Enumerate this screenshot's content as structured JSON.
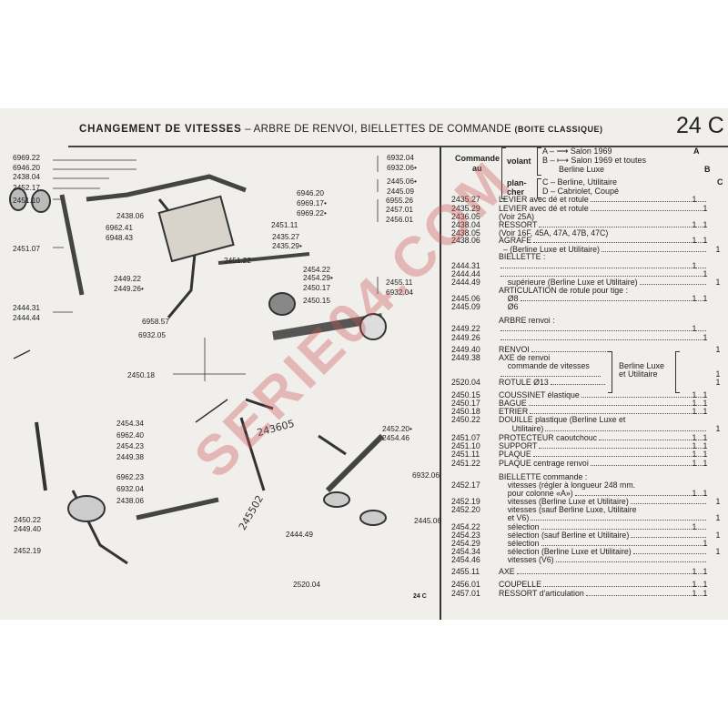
{
  "header": {
    "title_bold": "CHANGEMENT DE VITESSES",
    "title_rest": " – ARBRE DE RENVOI, BIELLETTES DE COMMANDE ",
    "title_small": "(BOITE CLASSIQUE)",
    "page": "24 C"
  },
  "legend": {
    "commande": "Commande",
    "au": "au",
    "volant": "volant",
    "plancher1": "plan-",
    "plancher2": "cher",
    "a_text": "A – ⟶ Salon 1969",
    "a_col": "A",
    "b_text": "B – ⟼ Salon 1969 et toutes",
    "b_text2": "Berline Luxe",
    "b_col": "B",
    "c_text": "C – Berline, Utilitaire",
    "c_col": "C",
    "d_text": "D – Cabriolet, Coupé"
  },
  "rows": [
    {
      "code": "2435.27",
      "desc": "LEVIER avec dé et rotule",
      "qty": [
        "1",
        "",
        ""
      ]
    },
    {
      "code": "2435.29",
      "desc": "LEVIER avec dé et rotule",
      "qty": [
        "",
        "1",
        ""
      ]
    },
    {
      "code": "2436.05",
      "desc": "(Voir 25A)",
      "qty": [
        "",
        "",
        ""
      ],
      "nolead": true
    },
    {
      "code": "2438.04",
      "desc": "RESSORT",
      "qty": [
        "1",
        "1",
        ""
      ]
    },
    {
      "code": "2438.05",
      "desc": "(Voir 16F, 45A, 47A, 47B, 47C)",
      "qty": [
        "",
        "",
        ""
      ],
      "nolead": true
    },
    {
      "code": "2438.06",
      "desc": "AGRAFE",
      "qty": [
        "1",
        "1",
        ""
      ]
    },
    {
      "code": "",
      "desc": "  – (Berline Luxe et Utilitaire)",
      "qty": [
        "",
        "",
        "1"
      ]
    },
    {
      "code": "",
      "desc": "BIELLETTE :",
      "qty": [
        "",
        "",
        ""
      ],
      "nolead": true
    },
    {
      "code": "2444.31",
      "desc": "",
      "qty": [
        "1",
        "",
        ""
      ]
    },
    {
      "code": "2444.44",
      "desc": "",
      "qty": [
        "",
        "1",
        ""
      ]
    },
    {
      "code": "2444.49",
      "desc": "    supérieure (Berline Luxe et Utilitaire)",
      "qty": [
        "",
        "",
        "1"
      ]
    },
    {
      "code": "",
      "desc": "ARTICULATION de rotule pour tige :",
      "qty": [
        "",
        "",
        ""
      ],
      "nolead": true
    },
    {
      "code": "2445.06",
      "desc": "    Ø8",
      "qty": [
        "1",
        "1",
        ""
      ]
    },
    {
      "code": "2445.09",
      "desc": "    Ø6",
      "qty": [
        "",
        "",
        ""
      ],
      "nolead": true
    },
    {
      "code": "",
      "desc": "ARBRE renvoi :",
      "qty": [
        "",
        "",
        ""
      ],
      "nolead": true
    },
    {
      "code": "2449.22",
      "desc": "",
      "qty": [
        "1",
        "",
        ""
      ]
    },
    {
      "code": "2449.26",
      "desc": "",
      "qty": [
        "",
        "1",
        ""
      ]
    },
    {
      "code": "2449.40",
      "desc": "RENVOI",
      "qty": [
        "",
        "",
        "1"
      ],
      "group": true
    },
    {
      "code": "2449.38",
      "desc": "AXE de renvoi",
      "qty": [
        "",
        "",
        ""
      ],
      "nolead": true
    },
    {
      "code": "",
      "desc": "    commande de vitesses",
      "qty": [
        "",
        "",
        ""
      ],
      "nolead": true
    },
    {
      "code": "",
      "desc": "",
      "qty": [
        "",
        "",
        "1"
      ],
      "group": true
    },
    {
      "code": "2520.04",
      "desc": "ROTULE Ø13",
      "qty": [
        "",
        "",
        "1"
      ],
      "group": true
    },
    {
      "code": "2450.15",
      "desc": "COUSSINET élastique",
      "qty": [
        "1",
        "1",
        ""
      ]
    },
    {
      "code": "2450.17",
      "desc": "BAGUE",
      "qty": [
        "1",
        "1",
        ""
      ]
    },
    {
      "code": "2450.18",
      "desc": "ETRIER",
      "qty": [
        "1",
        "1",
        ""
      ]
    },
    {
      "code": "2450.22",
      "desc": "DOUILLE plastique (Berline Luxe et",
      "qty": [
        "",
        "",
        ""
      ],
      "nolead": true
    },
    {
      "code": "",
      "desc": "      Utilitaire)",
      "qty": [
        "",
        "",
        "1"
      ]
    },
    {
      "code": "2451.07",
      "desc": "PROTECTEUR caoutchouc",
      "qty": [
        "1",
        "1",
        ""
      ]
    },
    {
      "code": "2451.10",
      "desc": "SUPPORT",
      "qty": [
        "1",
        "1",
        ""
      ]
    },
    {
      "code": "2451.11",
      "desc": "PLAQUE",
      "qty": [
        "1",
        "1",
        ""
      ]
    },
    {
      "code": "2451.22",
      "desc": "PLAQUE centrage renvoi",
      "qty": [
        "1",
        "1",
        ""
      ]
    },
    {
      "code": "",
      "desc": "BIELLETTE commande :",
      "qty": [
        "",
        "",
        ""
      ],
      "nolead": true
    },
    {
      "code": "2452.17",
      "desc": "    vitesses (régler à longueur 248 mm.",
      "qty": [
        "",
        "",
        ""
      ],
      "nolead": true
    },
    {
      "code": "",
      "desc": "    pour colonne «A»)",
      "qty": [
        "1",
        "1",
        ""
      ]
    },
    {
      "code": "2452.19",
      "desc": "    vitesses (Berline Luxe et Utilitaire)",
      "qty": [
        "",
        "",
        "1"
      ]
    },
    {
      "code": "2452.20",
      "desc": "    vitesses (sauf Berline Luxe, Utilitaire",
      "qty": [
        "",
        "",
        ""
      ],
      "nolead": true
    },
    {
      "code": "",
      "desc": "    et V6)",
      "qty": [
        "",
        "",
        "1"
      ]
    },
    {
      "code": "2454.22",
      "desc": "    sélection",
      "qty": [
        "1",
        "",
        ""
      ]
    },
    {
      "code": "2454.23",
      "desc": "    sélection (sauf Berline et Utilitaire)",
      "qty": [
        "",
        "",
        "1"
      ]
    },
    {
      "code": "2454.29",
      "desc": "    sélection",
      "qty": [
        "",
        "1",
        ""
      ]
    },
    {
      "code": "2454.34",
      "desc": "    sélection (Berline Luxe et Utilitaire)",
      "qty": [
        "",
        "",
        "1"
      ]
    },
    {
      "code": "2454.46",
      "desc": "    vitesses (V6)",
      "qty": [
        "",
        "",
        ""
      ]
    },
    {
      "code": "2455.11",
      "desc": "AXE",
      "qty": [
        "1",
        "1",
        ""
      ]
    },
    {
      "code": "2456.01",
      "desc": "COUPELLE",
      "qty": [
        "1",
        "1",
        ""
      ]
    },
    {
      "code": "2457.01",
      "desc": "RESSORT d'articulation",
      "qty": [
        "1",
        "1",
        ""
      ]
    }
  ],
  "group_label": [
    "Berline Luxe",
    "et Utilitaire"
  ],
  "diagram_labels": [
    "6969.22",
    "6946.20",
    "2438.04",
    "2452.17",
    "2451.10",
    "2451.07",
    "2444.31",
    "2444.44",
    "6932.04",
    "6932.06•",
    "2445.06•",
    "2445.09",
    "6946.20",
    "6969.17•",
    "6969.22•",
    "6955.26",
    "2457.01",
    "2456.01",
    "2438.06",
    "6962.41",
    "6948.43",
    "2451.11",
    "2435.27",
    "2435.29•",
    "2451.22",
    "2454.22",
    "2454.29•",
    "2455.11",
    "6932.04",
    "2450.17",
    "2449.22",
    "2449.26•",
    "2450.15",
    "6958.57",
    "6932.05",
    "2450.18",
    "2454.34",
    "6962.40",
    "2454.23",
    "2449.38",
    "6962.23",
    "6932.04",
    "2438.06",
    "2450.22",
    "2449.40",
    "2452.19",
    "2452.20•",
    "2454.46",
    "6932.06",
    "2445.06",
    "2444.49",
    "2520.04"
  ],
  "footer_page": "24 C",
  "handwritten": [
    "243605",
    "245502"
  ],
  "watermark": "SERIE04.COM"
}
